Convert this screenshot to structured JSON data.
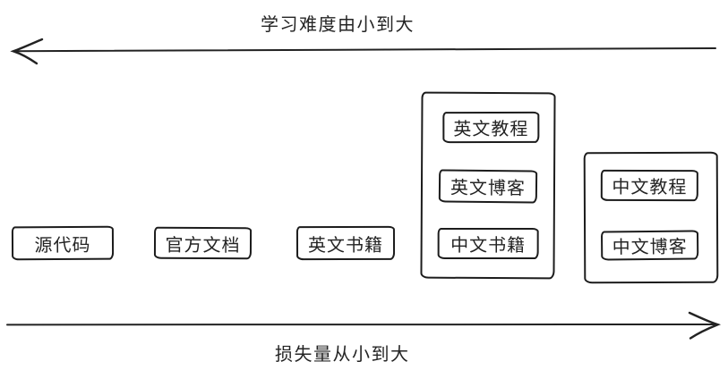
{
  "diagram": {
    "top_axis": {
      "label": "学习难度由小到大",
      "direction": "left"
    },
    "bottom_axis": {
      "label": "损失量从小到大",
      "direction": "right"
    },
    "standalone_boxes": [
      {
        "label": "源代码"
      },
      {
        "label": "官方文档"
      },
      {
        "label": "英文书籍"
      }
    ],
    "groups": [
      {
        "items": [
          {
            "label": "英文教程"
          },
          {
            "label": "英文博客"
          },
          {
            "label": "中文书籍"
          }
        ]
      },
      {
        "items": [
          {
            "label": "中文教程"
          },
          {
            "label": "中文博客"
          }
        ]
      }
    ],
    "colors": {
      "stroke": "#1c1c1c",
      "text": "#242424",
      "background": "#ffffff"
    }
  }
}
